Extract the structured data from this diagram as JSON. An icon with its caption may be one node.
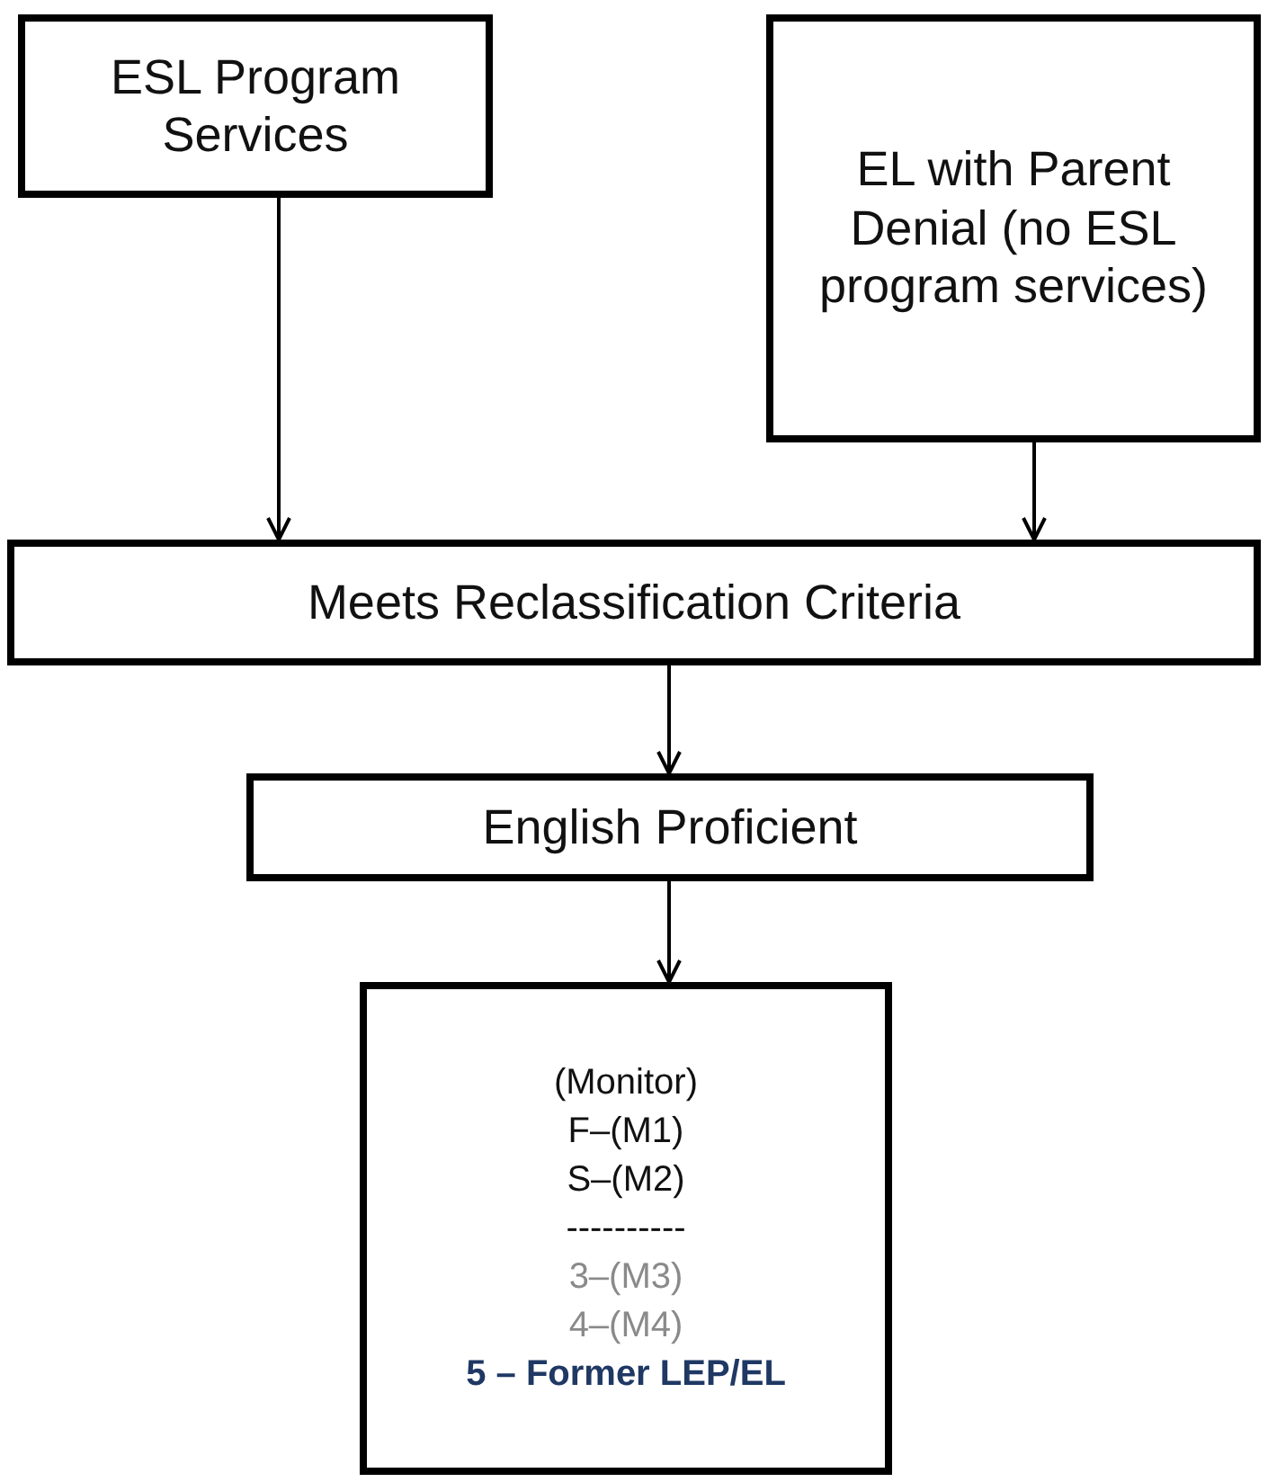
{
  "diagram": {
    "nodes": [
      {
        "text": [
          "ESL Program Services"
        ]
      },
      {
        "text": [
          "EL with Parent Denial (no ESL program services)"
        ]
      },
      {
        "text": [
          "Meets Reclassification Criteria"
        ]
      },
      {
        "text": [
          "English Proficient"
        ]
      },
      {
        "text": [
          "(Monitor)",
          "F–(M1)",
          "S–(M2)",
          "----------",
          "3–(M3)",
          "4–(M4)",
          "5 – Former LEP/EL"
        ]
      }
    ],
    "edges": [
      {
        "from": 0,
        "to": 2,
        "arrow": "to"
      },
      {
        "from": 1,
        "to": 2,
        "arrow": "to"
      },
      {
        "from": 2,
        "to": 3,
        "arrow": "to"
      },
      {
        "from": 3,
        "to": 4,
        "arrow": "to"
      }
    ]
  }
}
